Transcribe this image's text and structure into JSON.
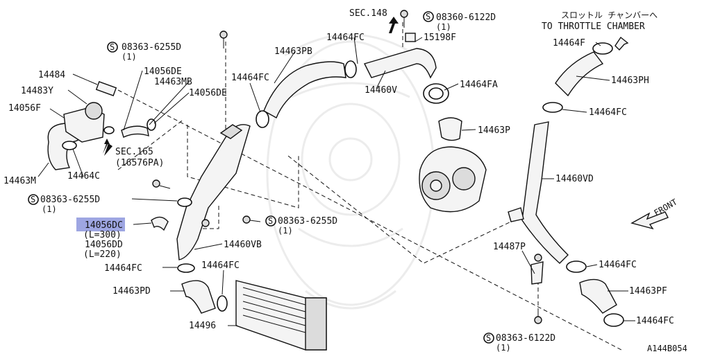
{
  "diagram_code": "A144B054",
  "labels": {
    "p14484": "14484",
    "p14483Y": "14483Y",
    "p14056F": "14056F",
    "p14463M": "14463M",
    "p14464C": "14464C",
    "p14056DE_a": "14056DE",
    "p14463MB": "14463MB",
    "p14056DE_b": "14056DE",
    "sec165": "SEC.165",
    "sec165_sub": "(16576PA)",
    "p14463PB": "14463PB",
    "p14464FC_top1": "14464FC",
    "p14464FC_top2": "14464FC",
    "sec148": "SEC.148",
    "bolt_top": "08360-6122D",
    "bolt_top_qty": "(1)",
    "p15198F": "15198F",
    "p14460V": "14460V",
    "p14464FA": "14464FA",
    "p14463P": "14463P",
    "bolt_left1": "08363-6255D",
    "bolt_left1_qty": "(1)",
    "bolt_left2": "08363-6255D",
    "bolt_left2_qty": "(1)",
    "bolt_mid": "08363-6255D",
    "bolt_mid_qty": "(1)",
    "p14056DC": "14056DC",
    "p14056DC_len": "(L=300)",
    "p14056DD": "14056DD",
    "p14056DD_len": "(L=220)",
    "p14460VB": "14460VB",
    "p14464FC_b1": "14464FC",
    "p14464FC_b2": "14464FC",
    "p14463PD": "14463PD",
    "p14496": "14496",
    "throttle_jp": "スロットル チャンバーへ",
    "throttle_en": "TO THROTTLE CHAMBER",
    "p14464F": "14464F",
    "p14463PH": "14463PH",
    "p14464FC_r1": "14464FC",
    "p14460VD": "14460VD",
    "front": "FRONT",
    "p14487P": "14487P",
    "p14464FC_r2": "14464FC",
    "p14463PF": "14463PF",
    "p14464FC_r3": "14464FC",
    "bolt_bottom": "08363-6122D",
    "bolt_bottom_qty": "(1)"
  },
  "highlighted_label": "14056DC",
  "colors": {
    "ink": "#111111",
    "highlight": "#8d97dd",
    "watermark": "#ececec"
  }
}
